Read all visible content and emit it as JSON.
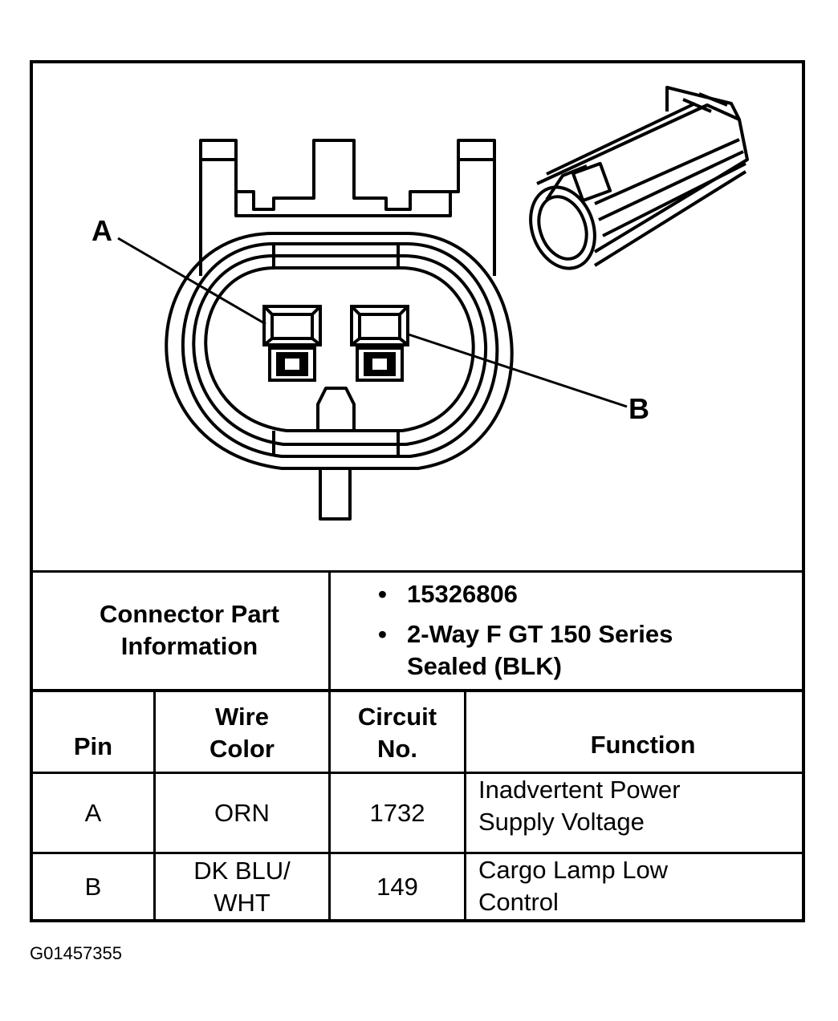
{
  "diagram": {
    "callout_a": "A",
    "callout_b": "B"
  },
  "connector_info": {
    "header": "Connector Part Information",
    "part_number": "15326806",
    "description_line1": "2-Way F GT 150 Series",
    "description_line2": "Sealed (BLK)"
  },
  "columns": {
    "pin": "Pin",
    "wire_color_line1": "Wire",
    "wire_color_line2": "Color",
    "circuit_line1": "Circuit",
    "circuit_line2": "No.",
    "function": "Function"
  },
  "rows": [
    {
      "pin": "A",
      "wire_line1": "ORN",
      "wire_line2": "",
      "circuit": "1732",
      "function_line1": "Inadvertent Power",
      "function_line2": "Supply Voltage"
    },
    {
      "pin": "B",
      "wire_line1": "DK BLU/",
      "wire_line2": "WHT",
      "circuit": "149",
      "function_line1": "Cargo Lamp Low",
      "function_line2": "Control"
    }
  ],
  "figure_id": "G01457355"
}
